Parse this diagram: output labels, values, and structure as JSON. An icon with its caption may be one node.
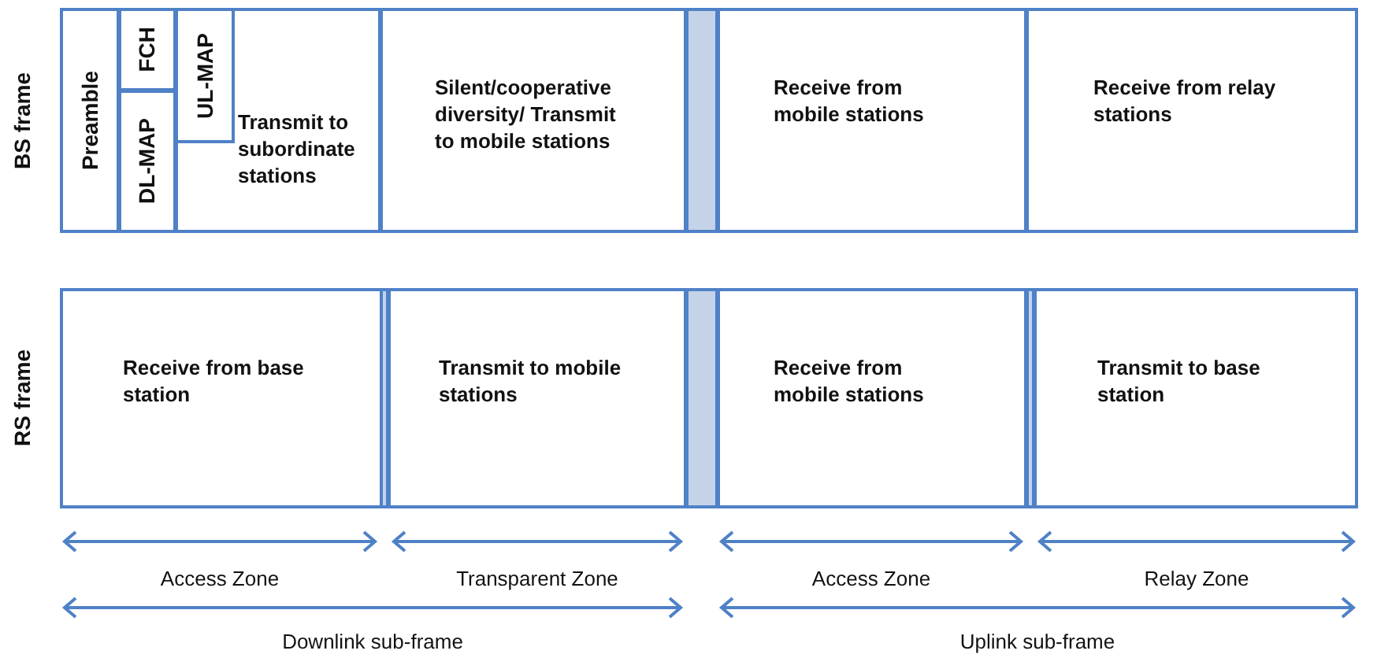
{
  "diagram": {
    "nodes": [
      {
        "text": [
          "BS frame"
        ]
      },
      {
        "text": [
          "Preamble"
        ],
        "in": 0
      },
      {
        "text": [
          "FCH"
        ],
        "in": 0
      },
      {
        "text": [
          "DL-MAP"
        ],
        "in": 0
      },
      {
        "text": [
          "Transmit to subordinate stations"
        ],
        "in": 0
      },
      {
        "text": [
          "UL-MAP"
        ],
        "in": 4
      },
      {
        "text": [
          "Silent/cooperative diversity/ Transmit to mobile stations"
        ],
        "in": 0
      },
      {
        "text": [],
        "shape": "bar",
        "in": 0
      },
      {
        "text": [
          "Receive from mobile stations"
        ],
        "in": 0
      },
      {
        "text": [
          "Receive from relay stations"
        ],
        "in": 0
      },
      {
        "text": [
          "RS frame"
        ]
      },
      {
        "text": [
          "Receive from base station"
        ],
        "in": 10
      },
      {
        "text": [],
        "shape": "bar",
        "in": 10
      },
      {
        "text": [
          "Transmit to mobile stations"
        ],
        "in": 10
      },
      {
        "text": [],
        "shape": "bar",
        "in": 10
      },
      {
        "text": [
          "Receive from mobile stations"
        ],
        "in": 10
      },
      {
        "text": [],
        "shape": "bar",
        "in": 10
      },
      {
        "text": [
          "Transmit to base station"
        ],
        "in": 10
      }
    ],
    "labels": [
      "Access Zone",
      "Transparent Zone",
      "Access Zone",
      "Relay Zone",
      "Downlink sub-frame",
      "Uplink sub-frame"
    ]
  }
}
